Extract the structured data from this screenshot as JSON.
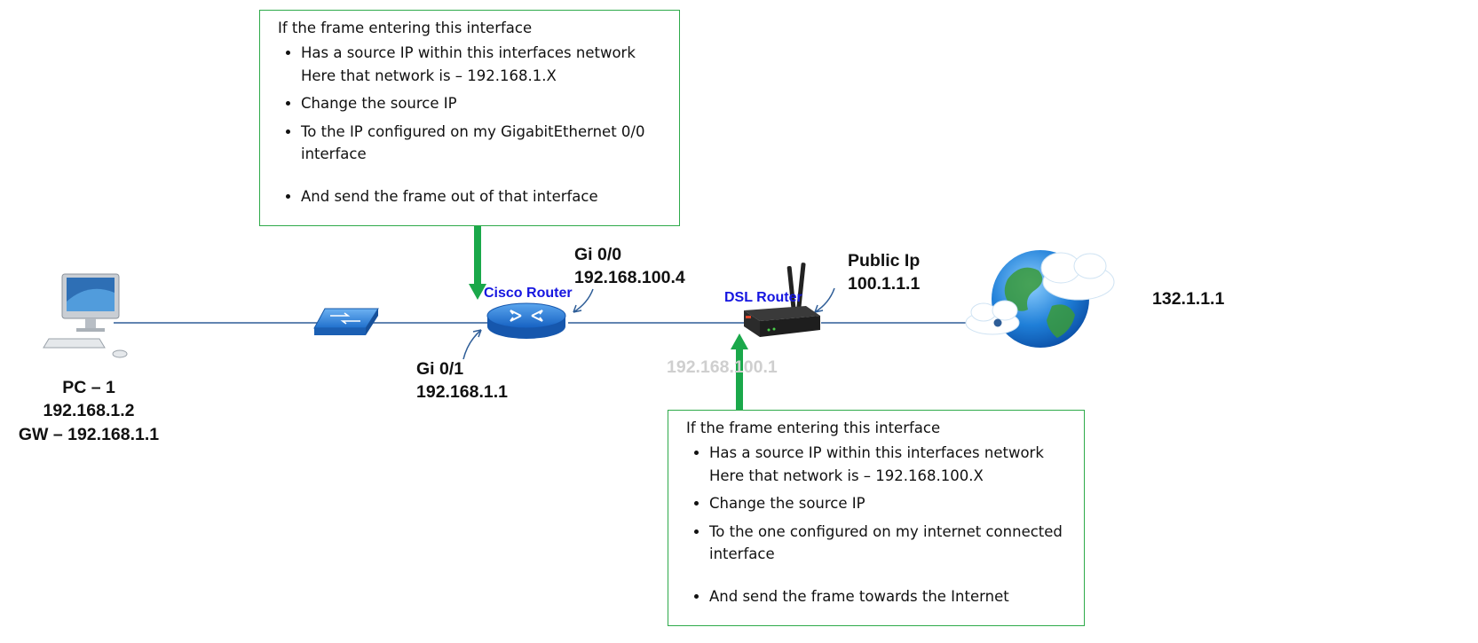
{
  "colors": {
    "link": "#2e5d97",
    "arrow": "#1aa84a",
    "callout_border": "#2eaa4a",
    "router_label": "#1616e0"
  },
  "icons": {
    "pc": "desktop-computer-icon",
    "switch": "network-switch-icon",
    "cisco_router": "router-icon",
    "dsl_router": "dsl-router-icon",
    "internet": "globe-cloud-icon"
  },
  "pc": {
    "name": "PC – 1",
    "ip": "192.168.1.2",
    "gateway": "GW – 192.168.1.1"
  },
  "cisco_router": {
    "label": "Cisco Router",
    "gi00_name": "Gi 0/0",
    "gi00_ip": "192.168.100.4",
    "gi01_name": "Gi 0/1",
    "gi01_ip": "192.168.1.1"
  },
  "dsl_router": {
    "label": "DSL Router",
    "lan_ip": "192.168.100.1",
    "public_label": "Public Ip",
    "public_ip": "100.1.1.1"
  },
  "internet": {
    "ip": "132.1.1.1"
  },
  "callout_top": {
    "heading": "If the frame entering this interface",
    "b1_line1": "Has a source IP within this interfaces network",
    "b1_line2": "Here that network is – 192.168.1.X",
    "b2": "Change the source IP",
    "b3_line1": "To the IP configured on my GigabitEthernet 0/0",
    "b3_line2": "interface",
    "b4": "And send the frame out of that interface"
  },
  "callout_bottom": {
    "heading": "If the frame entering this interface",
    "b1_line1": "Has a source IP within this interfaces network",
    "b1_line2": "Here that network is – 192.168.100.X",
    "b2": "Change the source IP",
    "b3_line1": "To the one configured on my internet connected",
    "b3_line2": "interface",
    "b4": "And send the frame towards the Internet"
  }
}
